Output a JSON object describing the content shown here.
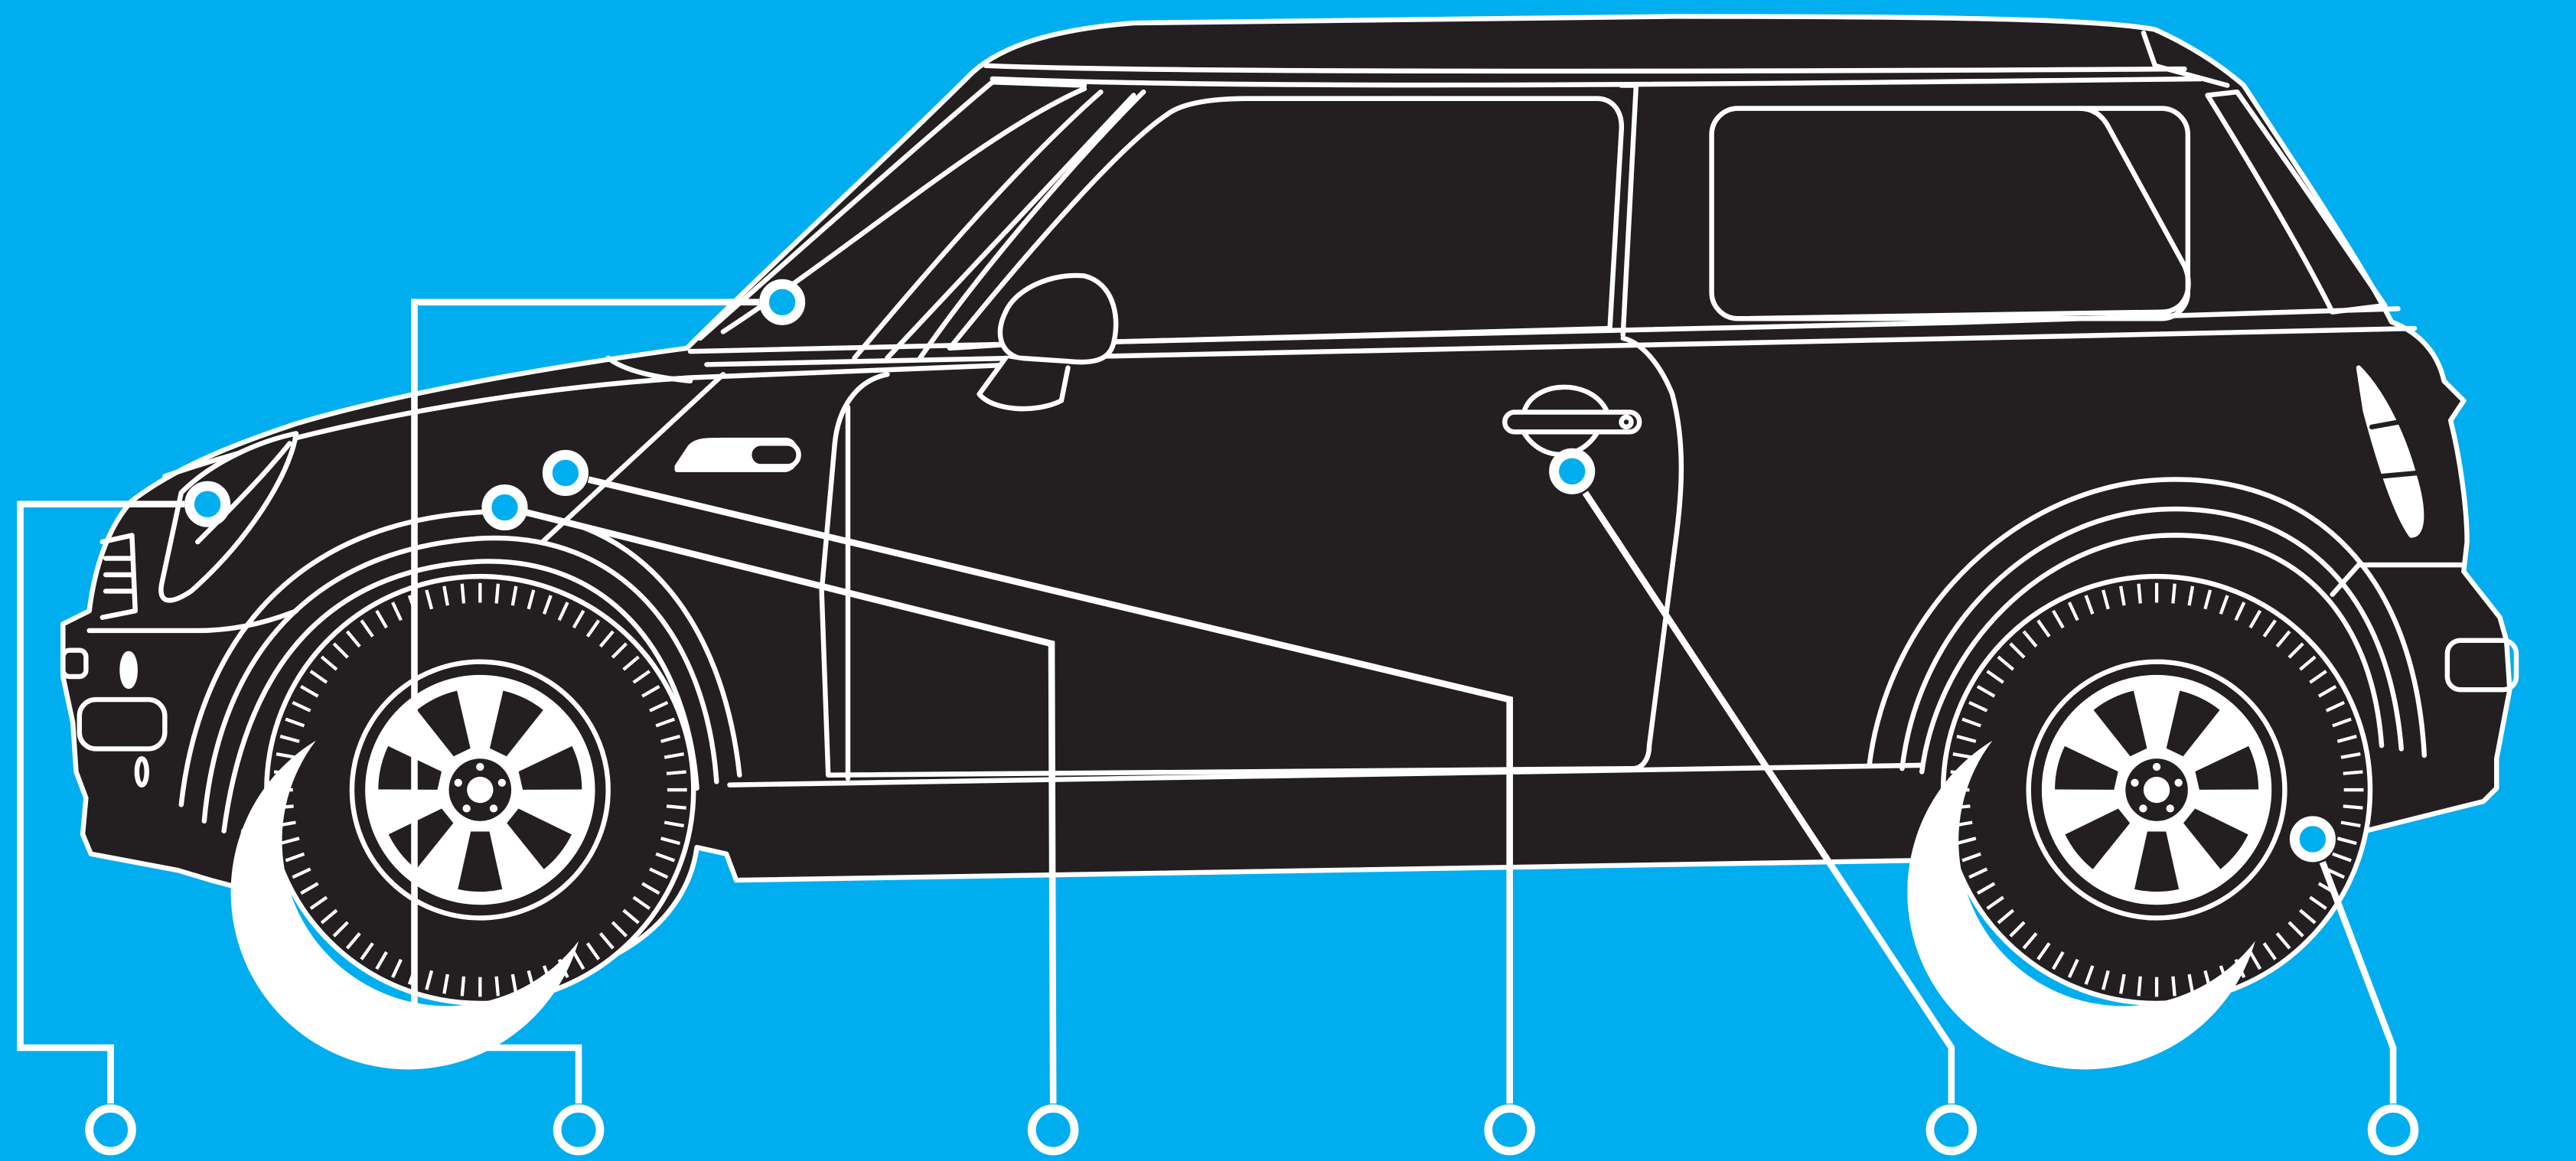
{
  "colors": {
    "background": "#00aeef",
    "car_body": "#231f20",
    "outline": "#ffffff",
    "hotspot_fill": "#00aeef"
  },
  "hotspots": [
    {
      "id": "headlight",
      "icon": "hotspot-marker-icon",
      "endpoint": "callout-terminal-icon"
    },
    {
      "id": "windshield",
      "icon": "hotspot-marker-icon",
      "endpoint": "callout-terminal-icon"
    },
    {
      "id": "front-wheel-arch",
      "icon": "hotspot-marker-icon",
      "endpoint": "callout-terminal-icon"
    },
    {
      "id": "side-indicator",
      "icon": "hotspot-marker-icon",
      "endpoint": "callout-terminal-icon"
    },
    {
      "id": "door-handle",
      "icon": "hotspot-marker-icon",
      "endpoint": "callout-terminal-icon"
    },
    {
      "id": "rear-tire",
      "icon": "hotspot-marker-icon",
      "endpoint": "callout-terminal-icon"
    }
  ]
}
